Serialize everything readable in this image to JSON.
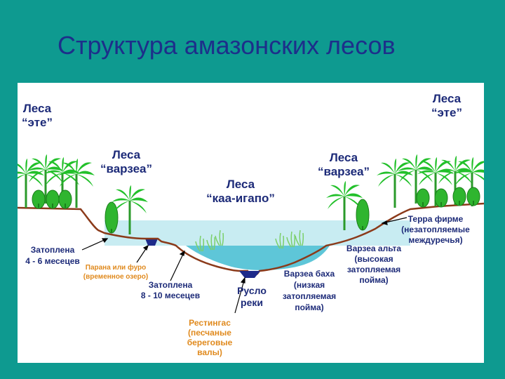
{
  "slide": {
    "title": "Структура амазонских лесов"
  },
  "diagram": {
    "forest_ete_left": {
      "line1": "Леса",
      "line2": "“эте”"
    },
    "forest_ete_right": {
      "line1": "Леса",
      "line2": "“эте”"
    },
    "forest_varzea_left": {
      "line1": "Леса",
      "line2": "“варзеа”"
    },
    "forest_varzea_right": {
      "line1": "Леса",
      "line2": "“варзеа”"
    },
    "forest_kaa_igapo": {
      "line1": "Леса",
      "line2": "“каа-игапо”"
    },
    "flooded_4_6": {
      "line1": "Затоплена",
      "line2": "4 - 6 месецев"
    },
    "parana": {
      "line1": "Парана или фуро",
      "line2": "(временное озеро)"
    },
    "flooded_8_10": {
      "line1": "Затоплена",
      "line2": "8 - 10 месецев"
    },
    "riverbed": {
      "line1": "Русло",
      "line2": "реки"
    },
    "restingas": {
      "line1": "Рестингас",
      "line2": "(песчаные",
      "line3": "береговые",
      "line4": "валы)"
    },
    "terra_firme": {
      "line1": "Терра фирме",
      "line2": "(незатопляемые",
      "line3": "междуречья)"
    },
    "varzea_alta": {
      "line1": "Варзеа альта",
      "line2": "(высокая",
      "line3": "затопляемая",
      "line4": "пойма)"
    },
    "varzea_baha": {
      "line1": "Варзеа баха",
      "line2": "(низкая",
      "line3": "затопляемая",
      "line4": "пойма)"
    },
    "colors": {
      "background": "#0e9a90",
      "title": "#1d2f8a",
      "text_dark": "#1c2a78",
      "text_orange": "#e08a1e",
      "ground": "#8b3a1a",
      "water_upper": "#c8ecf2",
      "water_lower": "#5ec6d8",
      "palm": "#22c02a",
      "riverbed": "#1d2a8a"
    }
  }
}
